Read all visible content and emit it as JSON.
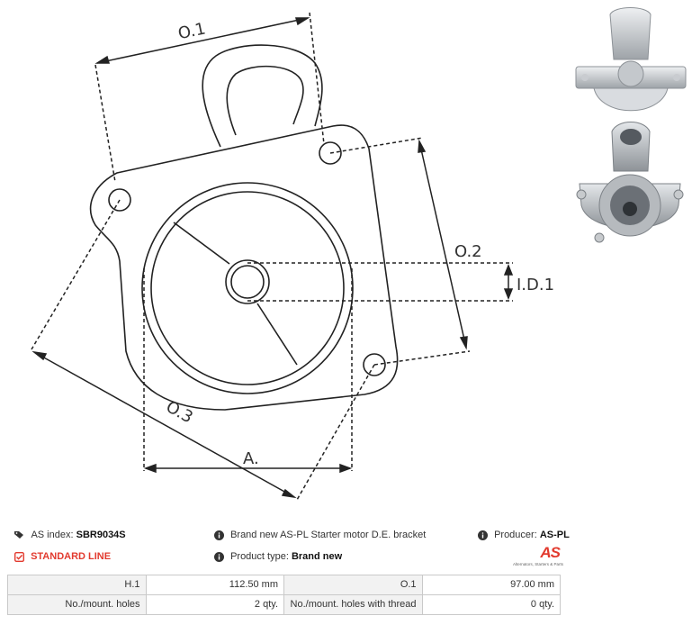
{
  "drawing": {
    "dimension_labels": {
      "o1": "O.1",
      "o2": "O.2",
      "o3": "O.3",
      "a": "A.",
      "id1": "I.D.1"
    }
  },
  "info": {
    "as_index_label": "AS index:",
    "as_index_value": "SBR9034S",
    "description": "Brand new AS-PL Starter motor D.E. bracket",
    "producer_label": "Producer:",
    "producer_value": "AS-PL",
    "standard_line": "STANDARD LINE",
    "product_type_label": "Product type:",
    "product_type_value": "Brand new"
  },
  "logo": {
    "text": "AS",
    "tagline": "Alternators, Starters & Parts",
    "color": "#e23a2e"
  },
  "specs": [
    {
      "label1": "H.1",
      "value1": "112.50 mm",
      "label2": "O.1",
      "value2": "97.00 mm"
    },
    {
      "label1": "No./mount. holes",
      "value1": "2 qty.",
      "label2": "No./mount. holes with thread",
      "value2": "0 qty."
    }
  ],
  "icons": {
    "tags": "tags-icon",
    "info": "info-circle-icon",
    "check": "check-square-icon"
  }
}
